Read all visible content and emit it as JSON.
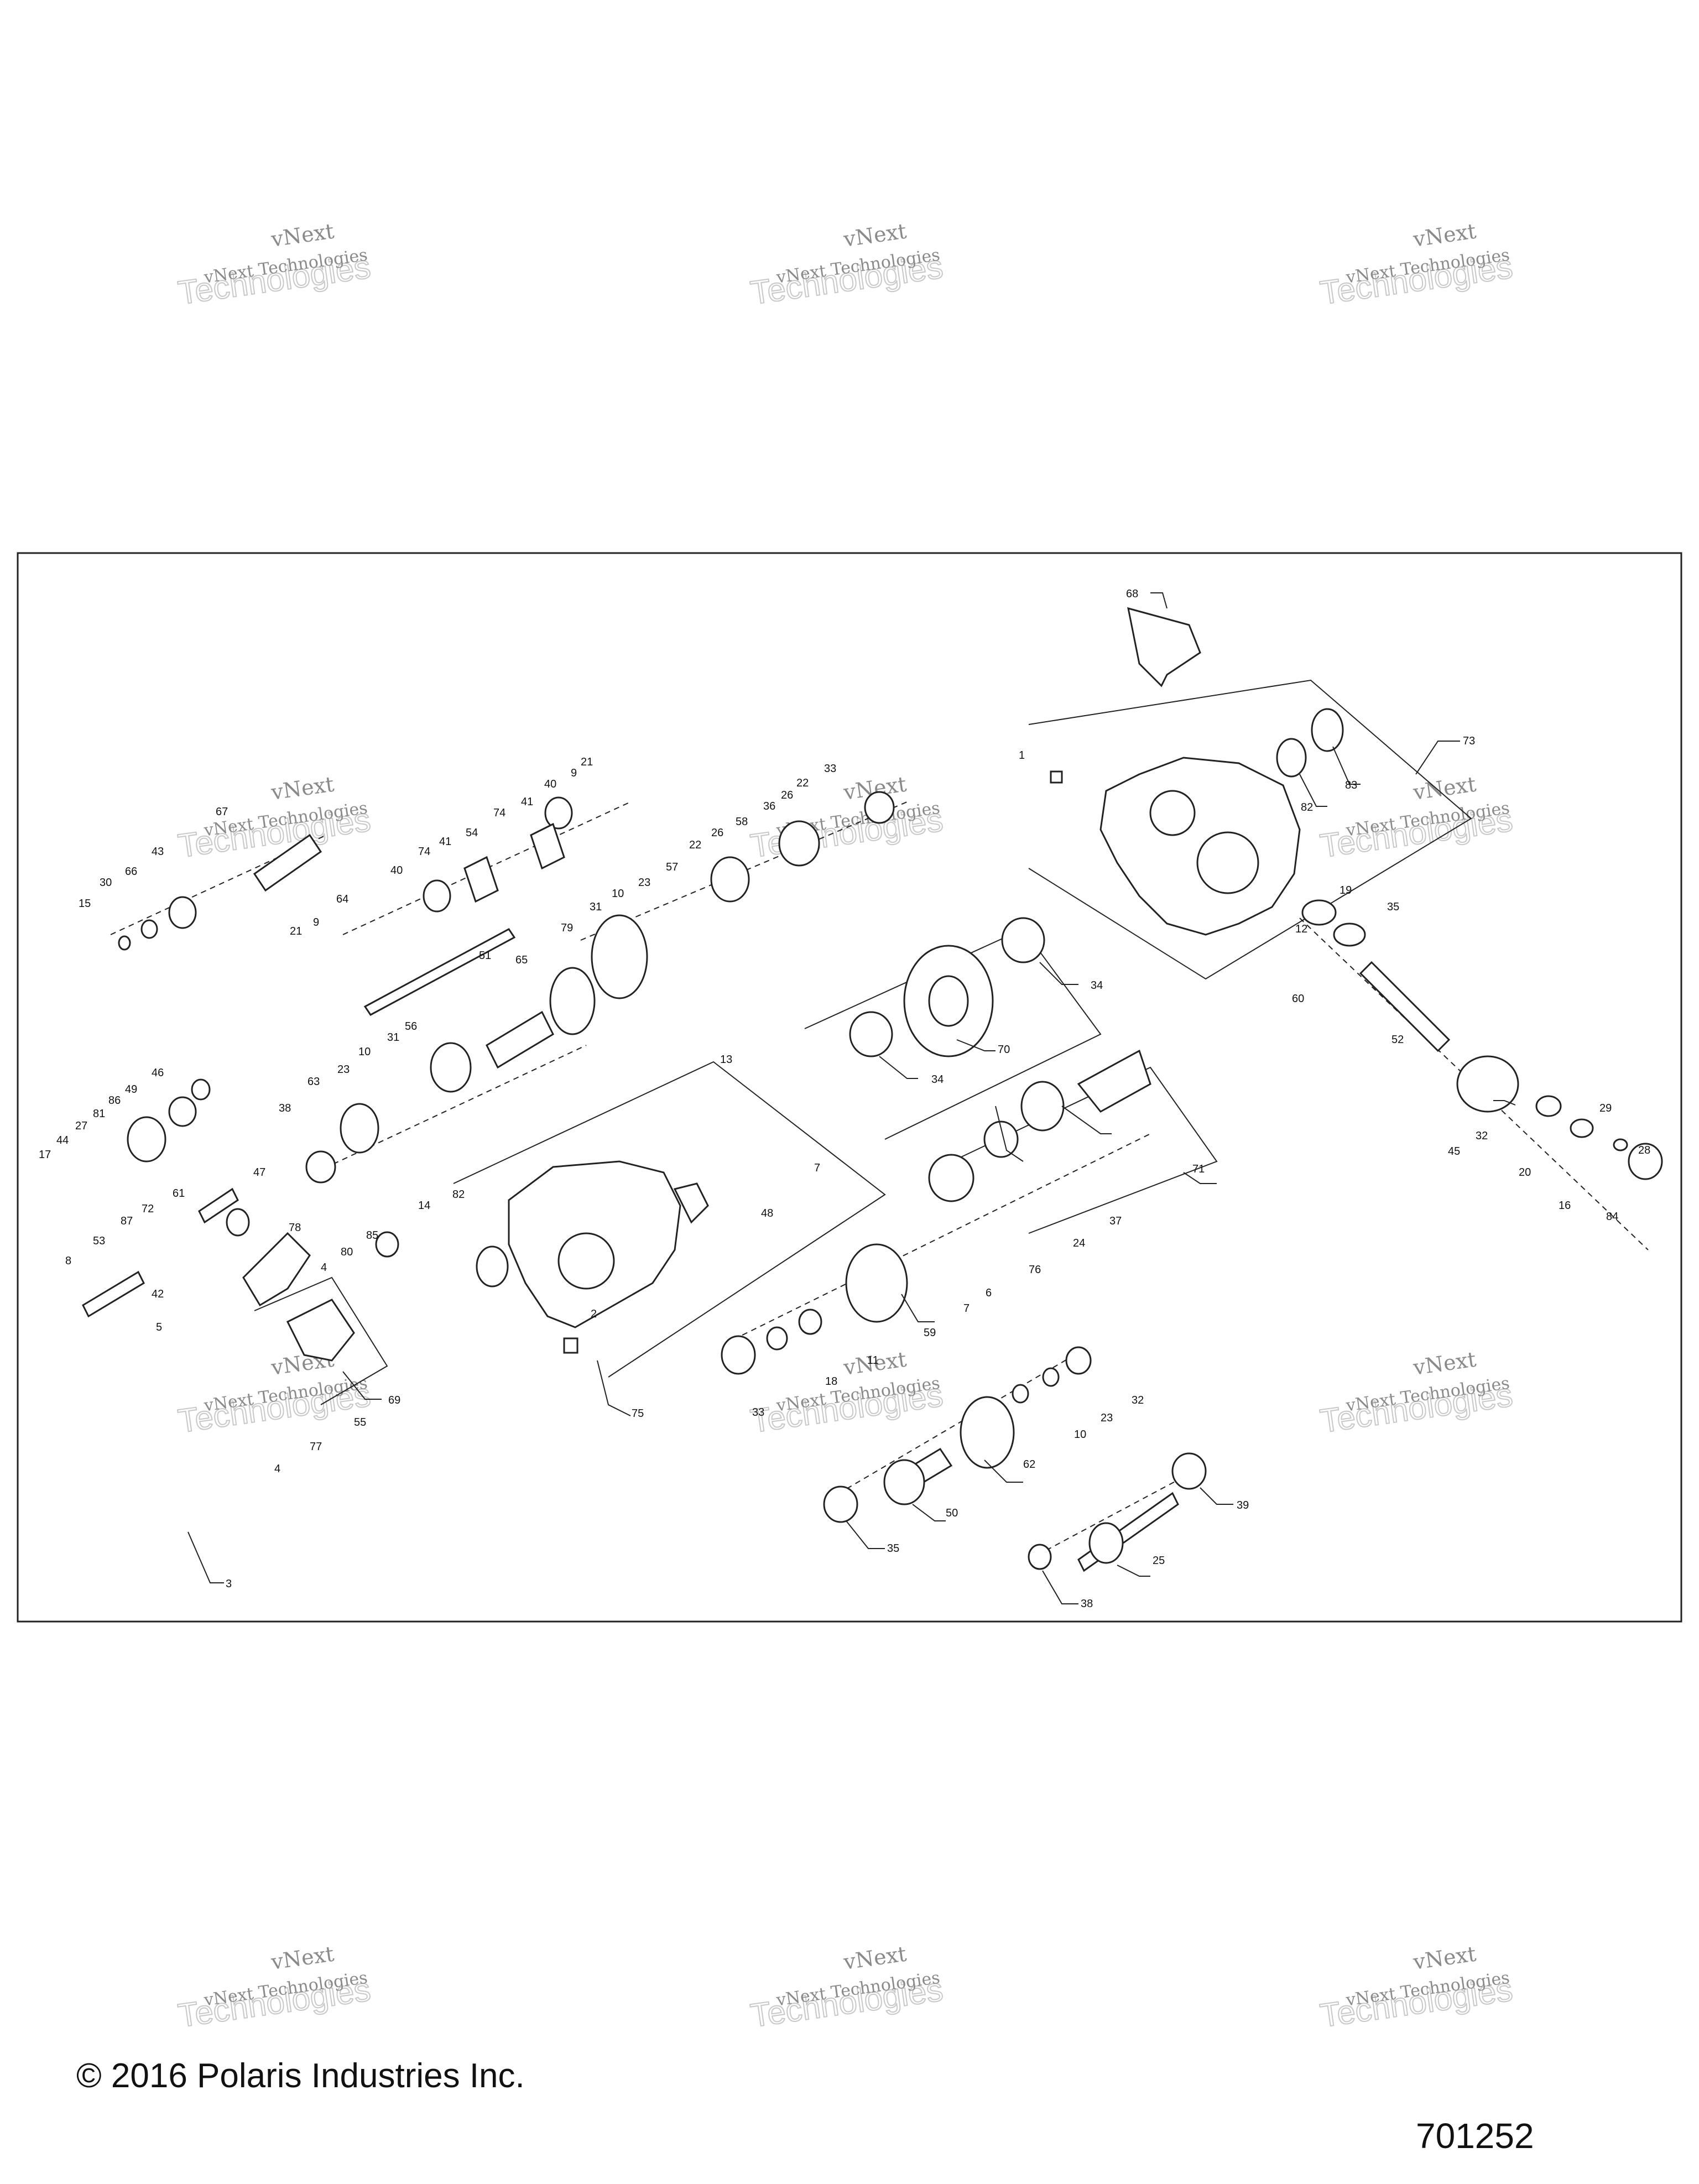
{
  "watermark": {
    "line1": "vNext",
    "line2": "vNext Technologies",
    "line3": "Technologies"
  },
  "footer": {
    "copyright": "© 2016 Polaris Industries Inc.",
    "figure_number": "701252"
  },
  "callouts": [
    {
      "id": "c68",
      "label": "68"
    },
    {
      "id": "c73",
      "label": "73"
    },
    {
      "id": "c83",
      "label": "83"
    },
    {
      "id": "c82a",
      "label": "82"
    },
    {
      "id": "c1",
      "label": "1"
    },
    {
      "id": "c19",
      "label": "19"
    },
    {
      "id": "c35a",
      "label": "35"
    },
    {
      "id": "c12",
      "label": "12"
    },
    {
      "id": "c60",
      "label": "60"
    },
    {
      "id": "c52",
      "label": "52"
    },
    {
      "id": "c29",
      "label": "29"
    },
    {
      "id": "c28",
      "label": "28"
    },
    {
      "id": "c45",
      "label": "45"
    },
    {
      "id": "c32a",
      "label": "32"
    },
    {
      "id": "c20",
      "label": "20"
    },
    {
      "id": "c16",
      "label": "16"
    },
    {
      "id": "c84",
      "label": "84"
    },
    {
      "id": "c67",
      "label": "67"
    },
    {
      "id": "c43",
      "label": "43"
    },
    {
      "id": "c66",
      "label": "66"
    },
    {
      "id": "c30",
      "label": "30"
    },
    {
      "id": "c15",
      "label": "15"
    },
    {
      "id": "c21a",
      "label": "21"
    },
    {
      "id": "c9a",
      "label": "9"
    },
    {
      "id": "c40a",
      "label": "40"
    },
    {
      "id": "c41a",
      "label": "41"
    },
    {
      "id": "c74a",
      "label": "74"
    },
    {
      "id": "c54",
      "label": "54"
    },
    {
      "id": "c21b",
      "label": "21"
    },
    {
      "id": "c9b",
      "label": "9"
    },
    {
      "id": "c64",
      "label": "64"
    },
    {
      "id": "c40b",
      "label": "40"
    },
    {
      "id": "c74b",
      "label": "74"
    },
    {
      "id": "c41b",
      "label": "41"
    },
    {
      "id": "c22a",
      "label": "22"
    },
    {
      "id": "c33a",
      "label": "33"
    },
    {
      "id": "c26a",
      "label": "26"
    },
    {
      "id": "c36",
      "label": "36"
    },
    {
      "id": "c58",
      "label": "58"
    },
    {
      "id": "c26b",
      "label": "26"
    },
    {
      "id": "c22b",
      "label": "22"
    },
    {
      "id": "c57",
      "label": "57"
    },
    {
      "id": "c23a",
      "label": "23"
    },
    {
      "id": "c10a",
      "label": "10"
    },
    {
      "id": "c31a",
      "label": "31"
    },
    {
      "id": "c79",
      "label": "79"
    },
    {
      "id": "c51",
      "label": "51"
    },
    {
      "id": "c65",
      "label": "65"
    },
    {
      "id": "c56",
      "label": "56"
    },
    {
      "id": "c31b",
      "label": "31"
    },
    {
      "id": "c10b",
      "label": "10"
    },
    {
      "id": "c23b",
      "label": "23"
    },
    {
      "id": "c63",
      "label": "63"
    },
    {
      "id": "c38a",
      "label": "38"
    },
    {
      "id": "c46",
      "label": "46"
    },
    {
      "id": "c49",
      "label": "49"
    },
    {
      "id": "c86",
      "label": "86"
    },
    {
      "id": "c81",
      "label": "81"
    },
    {
      "id": "c27",
      "label": "27"
    },
    {
      "id": "c44",
      "label": "44"
    },
    {
      "id": "c17",
      "label": "17"
    },
    {
      "id": "c47",
      "label": "47"
    },
    {
      "id": "c61",
      "label": "61"
    },
    {
      "id": "c72",
      "label": "72"
    },
    {
      "id": "c87",
      "label": "87"
    },
    {
      "id": "c53",
      "label": "53"
    },
    {
      "id": "c8",
      "label": "8"
    },
    {
      "id": "c42",
      "label": "42"
    },
    {
      "id": "c78",
      "label": "78"
    },
    {
      "id": "c5",
      "label": "5"
    },
    {
      "id": "c85",
      "label": "85"
    },
    {
      "id": "c80",
      "label": "80"
    },
    {
      "id": "c4a",
      "label": "4"
    },
    {
      "id": "c14",
      "label": "14"
    },
    {
      "id": "c82b",
      "label": "82"
    },
    {
      "id": "c13",
      "label": "13"
    },
    {
      "id": "c7a",
      "label": "7"
    },
    {
      "id": "c48",
      "label": "48"
    },
    {
      "id": "c2",
      "label": "2"
    },
    {
      "id": "c75",
      "label": "75"
    },
    {
      "id": "c69",
      "label": "69"
    },
    {
      "id": "c55",
      "label": "55"
    },
    {
      "id": "c77",
      "label": "77"
    },
    {
      "id": "c4b",
      "label": "4"
    },
    {
      "id": "c3",
      "label": "3"
    },
    {
      "id": "c70",
      "label": "70"
    },
    {
      "id": "c34a",
      "label": "34"
    },
    {
      "id": "c34b",
      "label": "34"
    },
    {
      "id": "c71",
      "label": "71"
    },
    {
      "id": "c37",
      "label": "37"
    },
    {
      "id": "c24",
      "label": "24"
    },
    {
      "id": "c76",
      "label": "76"
    },
    {
      "id": "c6",
      "label": "6"
    },
    {
      "id": "c7b",
      "label": "7"
    },
    {
      "id": "c59",
      "label": "59"
    },
    {
      "id": "c11",
      "label": "11"
    },
    {
      "id": "c18",
      "label": "18"
    },
    {
      "id": "c33b",
      "label": "33"
    },
    {
      "id": "c32b",
      "label": "32"
    },
    {
      "id": "c23c",
      "label": "23"
    },
    {
      "id": "c10c",
      "label": "10"
    },
    {
      "id": "c62",
      "label": "62"
    },
    {
      "id": "c50",
      "label": "50"
    },
    {
      "id": "c35b",
      "label": "35"
    },
    {
      "id": "c39",
      "label": "39"
    },
    {
      "id": "c25",
      "label": "25"
    },
    {
      "id": "c38b",
      "label": "38"
    }
  ]
}
